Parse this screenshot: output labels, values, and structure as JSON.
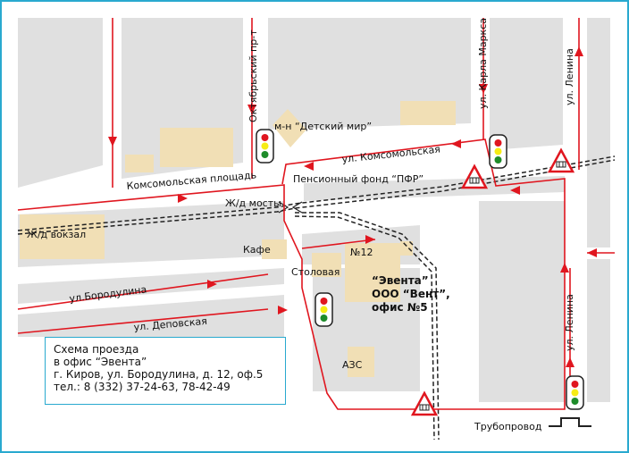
{
  "labels": {
    "oktyabrsky": "Октябрьский пр-т",
    "karla_marksa": "ул. Карла Маркса",
    "lenina_top": "ул. Ленина",
    "lenina_bottom": "ул. Ленина",
    "detsky_mir": "м-н “Детский мир”",
    "komsomolskaya_ul": "ул. Комсомольская",
    "komsomolskaya_pl": "Комсомольская площадь",
    "pension_fund": "Пенсионный фонд “ПФР”",
    "rail_bridges": "Ж/д мосты",
    "rail_station": "Ж/д вокзал",
    "cafe": "Кафе",
    "house_number": "№12",
    "canteen": "Столовая",
    "boroduliina": "ул.Бородулина",
    "depovskaya": "ул. Деповская",
    "office_line1": "“Эвента”",
    "office_line2": "ООО “Вент”,",
    "office_line3": "офис №5",
    "gas_station": "АЗС",
    "pipeline": "Трубопровод"
  },
  "info": {
    "line1": "Схема проезда",
    "line2": "в офис “Эвента”",
    "line3": "г. Киров, ул. Бородулина, д. 12, оф.5",
    "line4": "тел.: 8 (332) 37-24-63, 78-42-49"
  },
  "colors": {
    "frame": "#29a9cf",
    "block": "#e0e0e0",
    "building": "#f1dfb5",
    "route": "#e0161f",
    "rail": "#222222"
  },
  "icons": [
    "traffic-light-icon",
    "railway-crossing-icon",
    "pipeline-icon"
  ]
}
